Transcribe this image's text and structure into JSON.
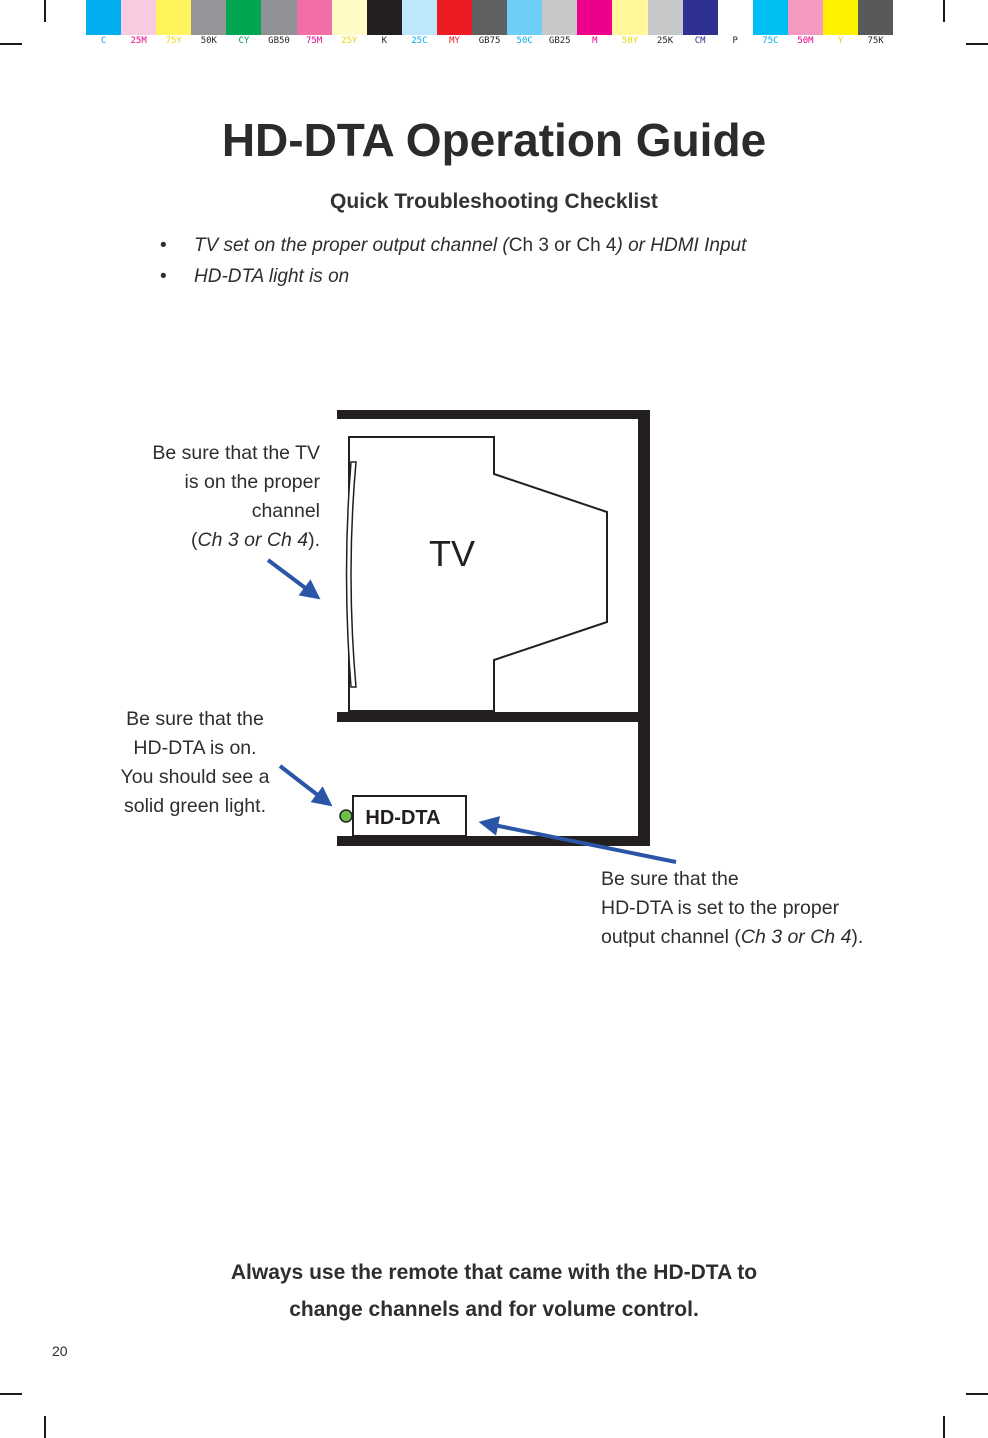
{
  "color_bar": [
    {
      "label": "C",
      "color": "#00aeef",
      "label_color": "#00aeef"
    },
    {
      "label": "25M",
      "color": "#f9cbe0",
      "label_color": "#ec008c"
    },
    {
      "label": "75Y",
      "color": "#fff45c",
      "label_color": "#e8d800"
    },
    {
      "label": "50K",
      "color": "#939598",
      "label_color": "#231f20"
    },
    {
      "label": "CY",
      "color": "#00a651",
      "label_color": "#00a651"
    },
    {
      "label": "GB50",
      "color": "#8f9194",
      "label_color": "#231f20"
    },
    {
      "label": "75M",
      "color": "#f26ea6",
      "label_color": "#ec008c"
    },
    {
      "label": "25Y",
      "color": "#fffbc6",
      "label_color": "#e8d800"
    },
    {
      "label": "K",
      "color": "#231f20",
      "label_color": "#231f20"
    },
    {
      "label": "25C",
      "color": "#bde7fb",
      "label_color": "#00aeef"
    },
    {
      "label": "MY",
      "color": "#ed1c24",
      "label_color": "#ed1c24"
    },
    {
      "label": "GB75",
      "color": "#5e6062",
      "label_color": "#231f20"
    },
    {
      "label": "50C",
      "color": "#6dcff6",
      "label_color": "#00aeef"
    },
    {
      "label": "GB25",
      "color": "#c7c8ca",
      "label_color": "#231f20"
    },
    {
      "label": "M",
      "color": "#ec008c",
      "label_color": "#ec008c"
    },
    {
      "label": "50Y",
      "color": "#fff799",
      "label_color": "#e8d800"
    },
    {
      "label": "25K",
      "color": "#c7c8ca",
      "label_color": "#231f20"
    },
    {
      "label": "CM",
      "color": "#2e3192",
      "label_color": "#2e3192"
    },
    {
      "label": "P",
      "color": "#ffffff",
      "label_color": "#231f20"
    },
    {
      "label": "75C",
      "color": "#00bff3",
      "label_color": "#00aeef"
    },
    {
      "label": "50M",
      "color": "#f49ac1",
      "label_color": "#ec008c"
    },
    {
      "label": "Y",
      "color": "#fff200",
      "label_color": "#e8d800"
    },
    {
      "label": "75K",
      "color": "#58595b",
      "label_color": "#231f20"
    }
  ],
  "title": "HD-DTA Operation Guide",
  "subtitle": "Quick Troubleshooting Checklist",
  "checklist": {
    "bullet": "•",
    "item1": {
      "pre": "TV set on the proper output channel (",
      "mid": "Ch 3 or Ch 4",
      "post": ") or HDMI Input"
    },
    "item2": "HD-DTA light is on"
  },
  "diagram": {
    "tv_label": "TV",
    "device_label": "HD-DTA",
    "shelf_color": "#231f20",
    "arrow_color": "#2b55a6",
    "light_color": "#6cbf47"
  },
  "callouts": {
    "tv_channel": {
      "line1": "Be sure that the TV",
      "line2": "is on the proper",
      "line3": "channel",
      "open": "(",
      "channel": "Ch 3 or Ch 4",
      "close": ")."
    },
    "dta_on": {
      "line1": "Be sure that the",
      "line2": "HD-DTA is on.",
      "line3": "You should see a",
      "line4": "solid green light."
    },
    "dta_channel": {
      "line1": "Be sure that the",
      "line2": "HD-DTA is set to the proper",
      "line3_pre": "output channel (",
      "channel": "Ch 3 or Ch 4",
      "close": ")."
    }
  },
  "footer": {
    "line1": "Always use the remote that came with the HD-DTA to",
    "line2": "change channels and for volume control."
  },
  "page_number": "20"
}
